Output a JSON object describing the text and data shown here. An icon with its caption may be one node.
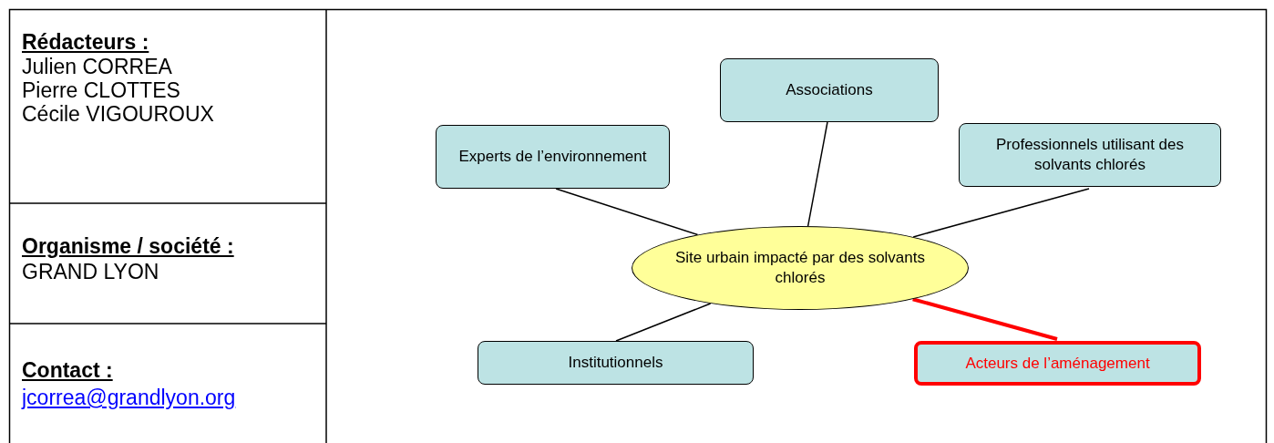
{
  "diagram": {
    "nodes": [
      {
        "text": [
          "Associations"
        ]
      },
      {
        "text": [
          "Experts de l’environnement"
        ]
      },
      {
        "text": [
          "Professionnels utilisant des solvants chlorés"
        ]
      },
      {
        "text": [
          "Site urbain impacté par des solvants chlorés"
        ]
      },
      {
        "text": [
          "Institutionnels"
        ]
      },
      {
        "text": [
          "Acteurs de l’aménagement"
        ]
      }
    ],
    "edges": [
      {
        "from": 3,
        "to": 0,
        "arrow": "none"
      },
      {
        "from": 3,
        "to": 1,
        "arrow": "none"
      },
      {
        "from": 3,
        "to": 2,
        "arrow": "none"
      },
      {
        "from": 3,
        "to": 4,
        "arrow": "none"
      },
      {
        "from": 3,
        "to": 5,
        "arrow": "none",
        "style": "thick",
        "color": "#ff0000"
      }
    ],
    "labels": [
      "Rédacteurs :",
      "Julien CORREA",
      "Pierre CLOTTES",
      "Cécile VIGOUROUX",
      "Organisme / société :",
      "GRAND LYON",
      "Contact :",
      "jcorrea@grandlyon.org"
    ]
  }
}
